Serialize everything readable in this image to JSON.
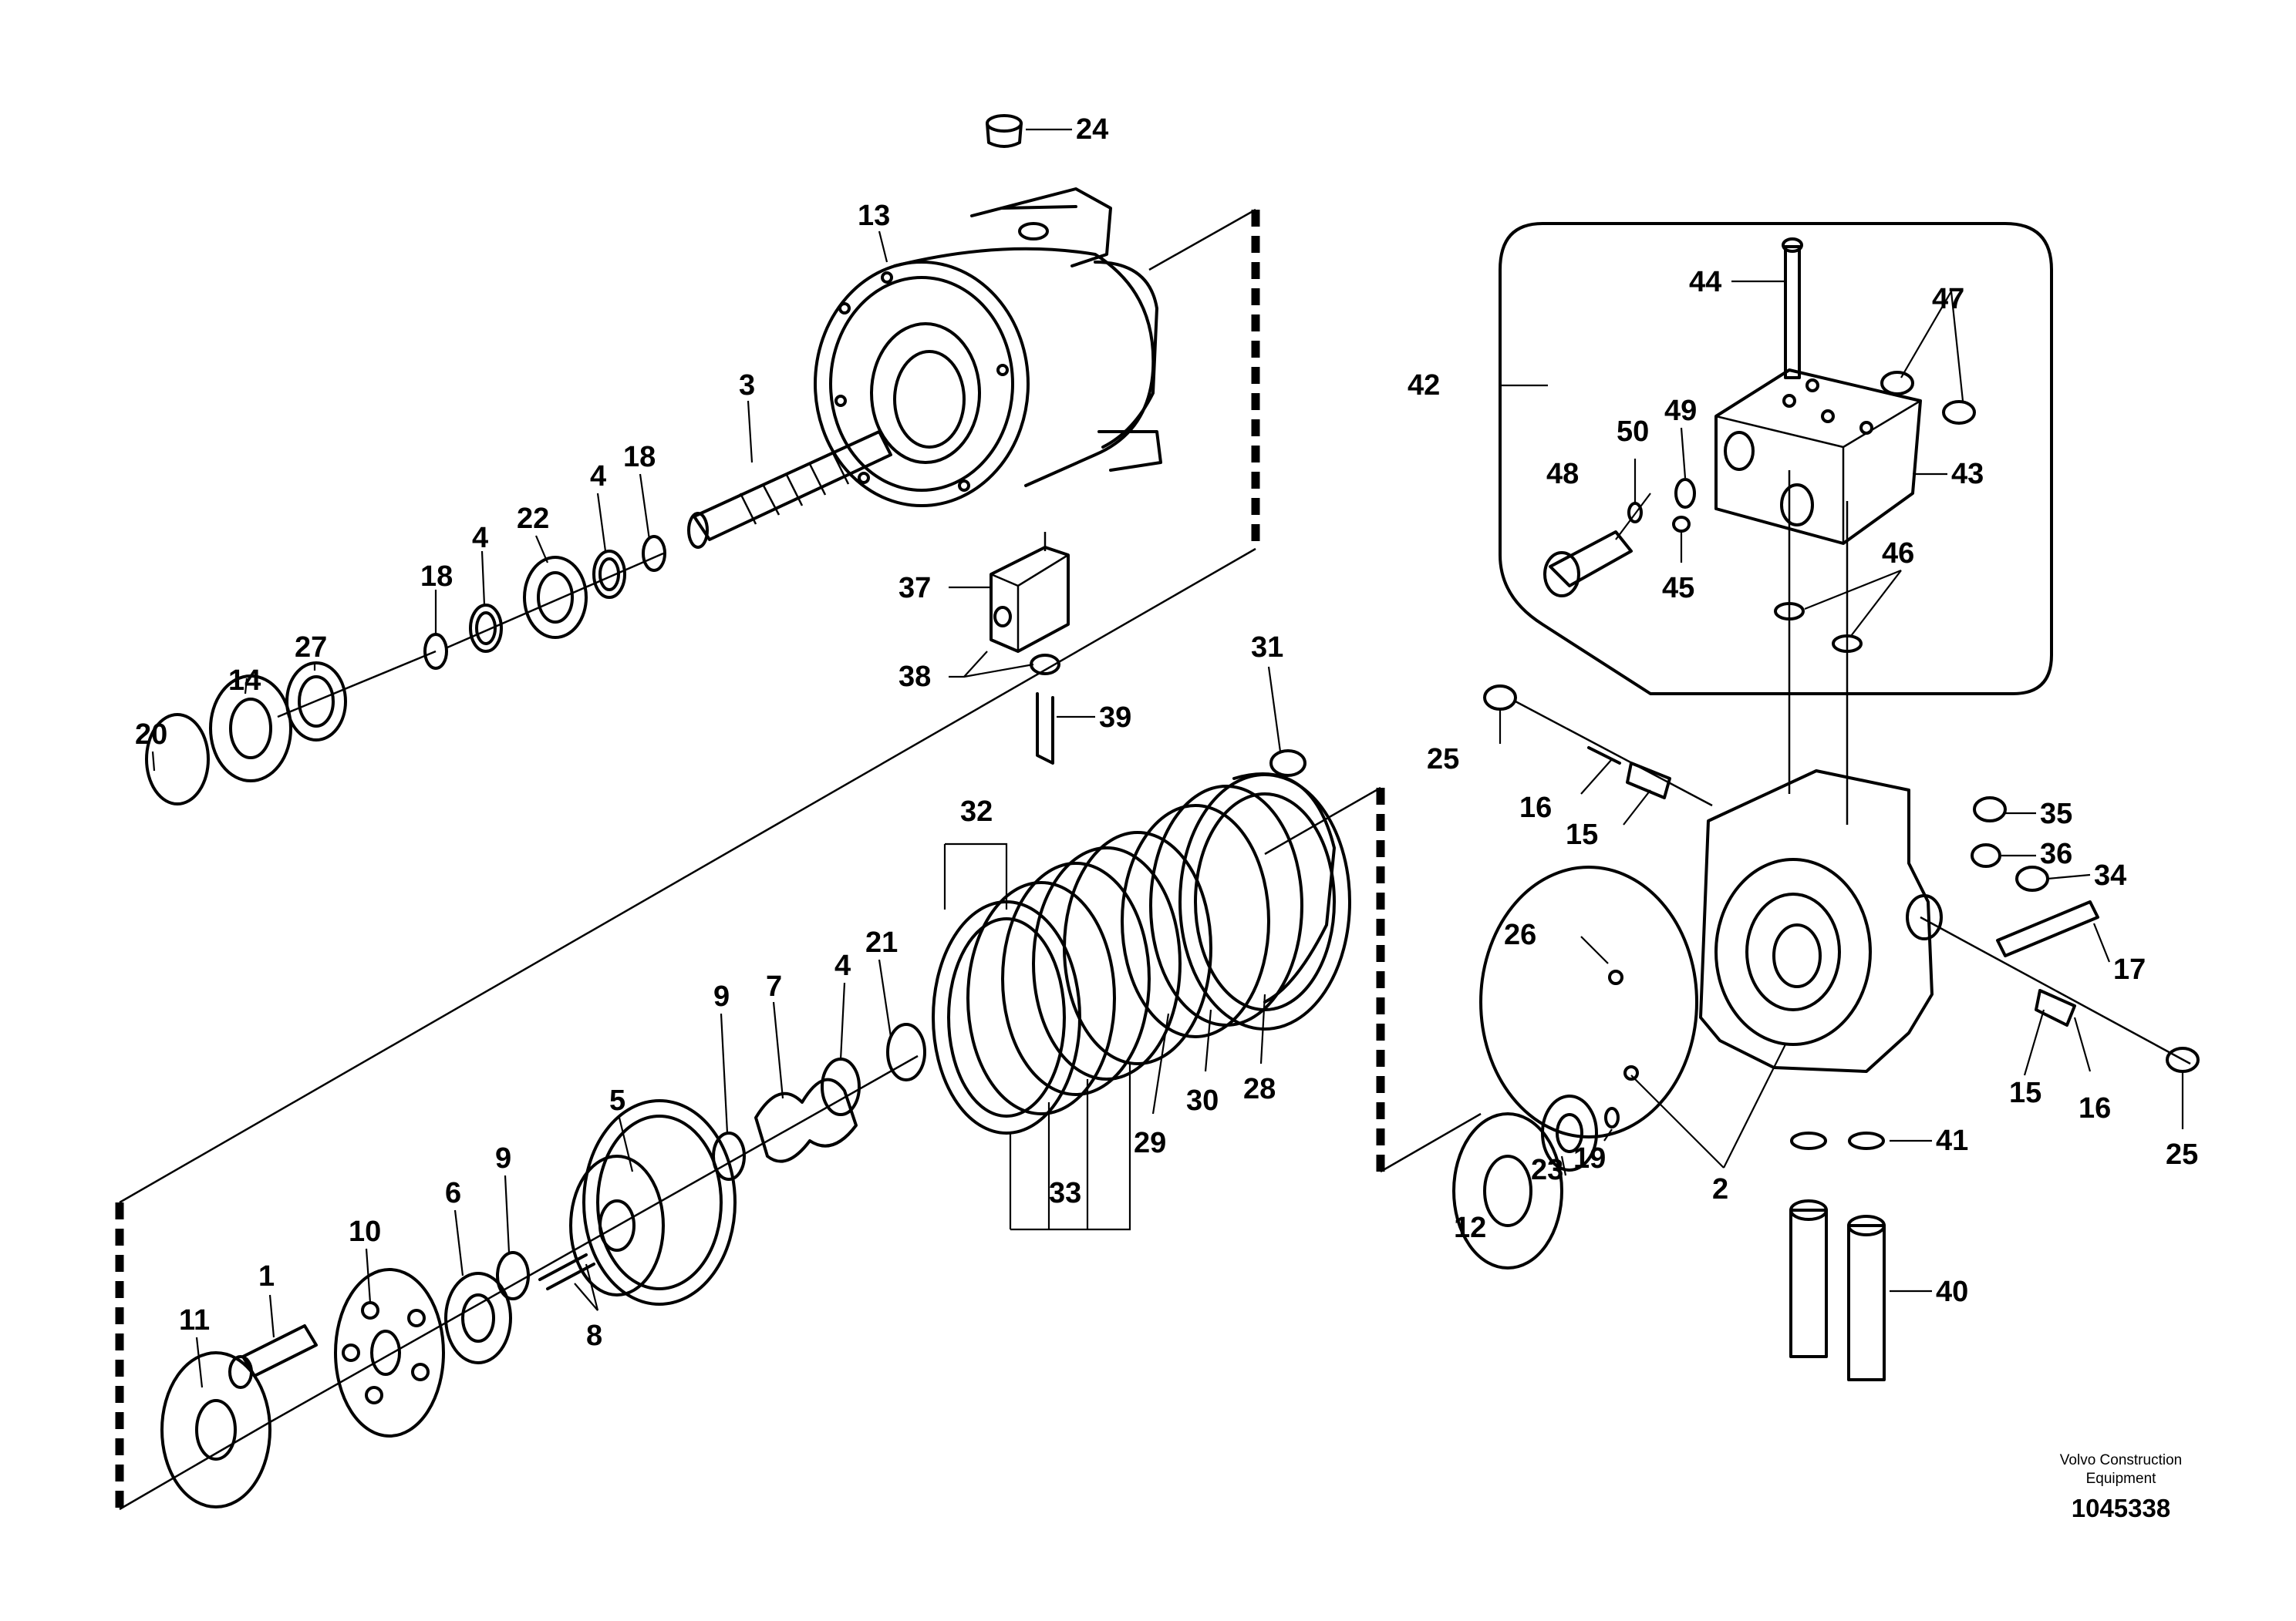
{
  "figure": {
    "publisher_line1": "Volvo Construction",
    "publisher_line2": "Equipment",
    "document_number": "1045338"
  },
  "callouts": [
    {
      "id": "c1",
      "text": "1"
    },
    {
      "id": "c2",
      "text": "2"
    },
    {
      "id": "c3",
      "text": "3"
    },
    {
      "id": "c4a",
      "text": "4"
    },
    {
      "id": "c4b",
      "text": "4"
    },
    {
      "id": "c4c",
      "text": "4"
    },
    {
      "id": "c5",
      "text": "5"
    },
    {
      "id": "c6",
      "text": "6"
    },
    {
      "id": "c7",
      "text": "7"
    },
    {
      "id": "c8",
      "text": "8"
    },
    {
      "id": "c9a",
      "text": "9"
    },
    {
      "id": "c9b",
      "text": "9"
    },
    {
      "id": "c10",
      "text": "10"
    },
    {
      "id": "c11",
      "text": "11"
    },
    {
      "id": "c12",
      "text": "12"
    },
    {
      "id": "c13",
      "text": "13"
    },
    {
      "id": "c14",
      "text": "14"
    },
    {
      "id": "c15a",
      "text": "15"
    },
    {
      "id": "c15b",
      "text": "15"
    },
    {
      "id": "c16a",
      "text": "16"
    },
    {
      "id": "c16b",
      "text": "16"
    },
    {
      "id": "c17",
      "text": "17"
    },
    {
      "id": "c18a",
      "text": "18"
    },
    {
      "id": "c18b",
      "text": "18"
    },
    {
      "id": "c19",
      "text": "19"
    },
    {
      "id": "c20",
      "text": "20"
    },
    {
      "id": "c21",
      "text": "21"
    },
    {
      "id": "c22",
      "text": "22"
    },
    {
      "id": "c23",
      "text": "23"
    },
    {
      "id": "c24",
      "text": "24"
    },
    {
      "id": "c25a",
      "text": "25"
    },
    {
      "id": "c25b",
      "text": "25"
    },
    {
      "id": "c26",
      "text": "26"
    },
    {
      "id": "c27",
      "text": "27"
    },
    {
      "id": "c28",
      "text": "28"
    },
    {
      "id": "c29",
      "text": "29"
    },
    {
      "id": "c30",
      "text": "30"
    },
    {
      "id": "c31",
      "text": "31"
    },
    {
      "id": "c32",
      "text": "32"
    },
    {
      "id": "c33",
      "text": "33"
    },
    {
      "id": "c34",
      "text": "34"
    },
    {
      "id": "c35",
      "text": "35"
    },
    {
      "id": "c36",
      "text": "36"
    },
    {
      "id": "c37",
      "text": "37"
    },
    {
      "id": "c38",
      "text": "38"
    },
    {
      "id": "c39",
      "text": "39"
    },
    {
      "id": "c40",
      "text": "40"
    },
    {
      "id": "c41",
      "text": "41"
    },
    {
      "id": "c42",
      "text": "42"
    },
    {
      "id": "c43",
      "text": "43"
    },
    {
      "id": "c44",
      "text": "44"
    },
    {
      "id": "c45",
      "text": "45"
    },
    {
      "id": "c46",
      "text": "46"
    },
    {
      "id": "c47",
      "text": "47"
    },
    {
      "id": "c48",
      "text": "48"
    },
    {
      "id": "c49",
      "text": "49"
    },
    {
      "id": "c50",
      "text": "50"
    }
  ]
}
